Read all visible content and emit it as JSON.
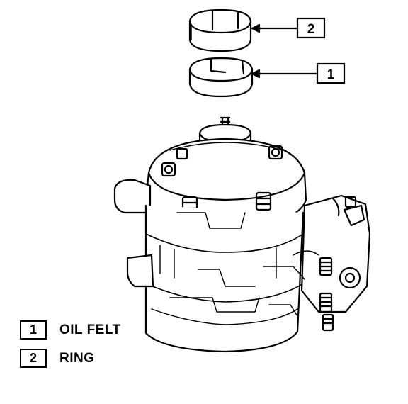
{
  "diagram": {
    "callouts": [
      {
        "number": "1"
      },
      {
        "number": "2"
      }
    ],
    "legend": [
      {
        "number": "1",
        "label": "OIL FELT"
      },
      {
        "number": "2",
        "label": "RING"
      }
    ],
    "icons": [
      "compressor-drawing",
      "ring-part",
      "oil-felt-part"
    ]
  }
}
